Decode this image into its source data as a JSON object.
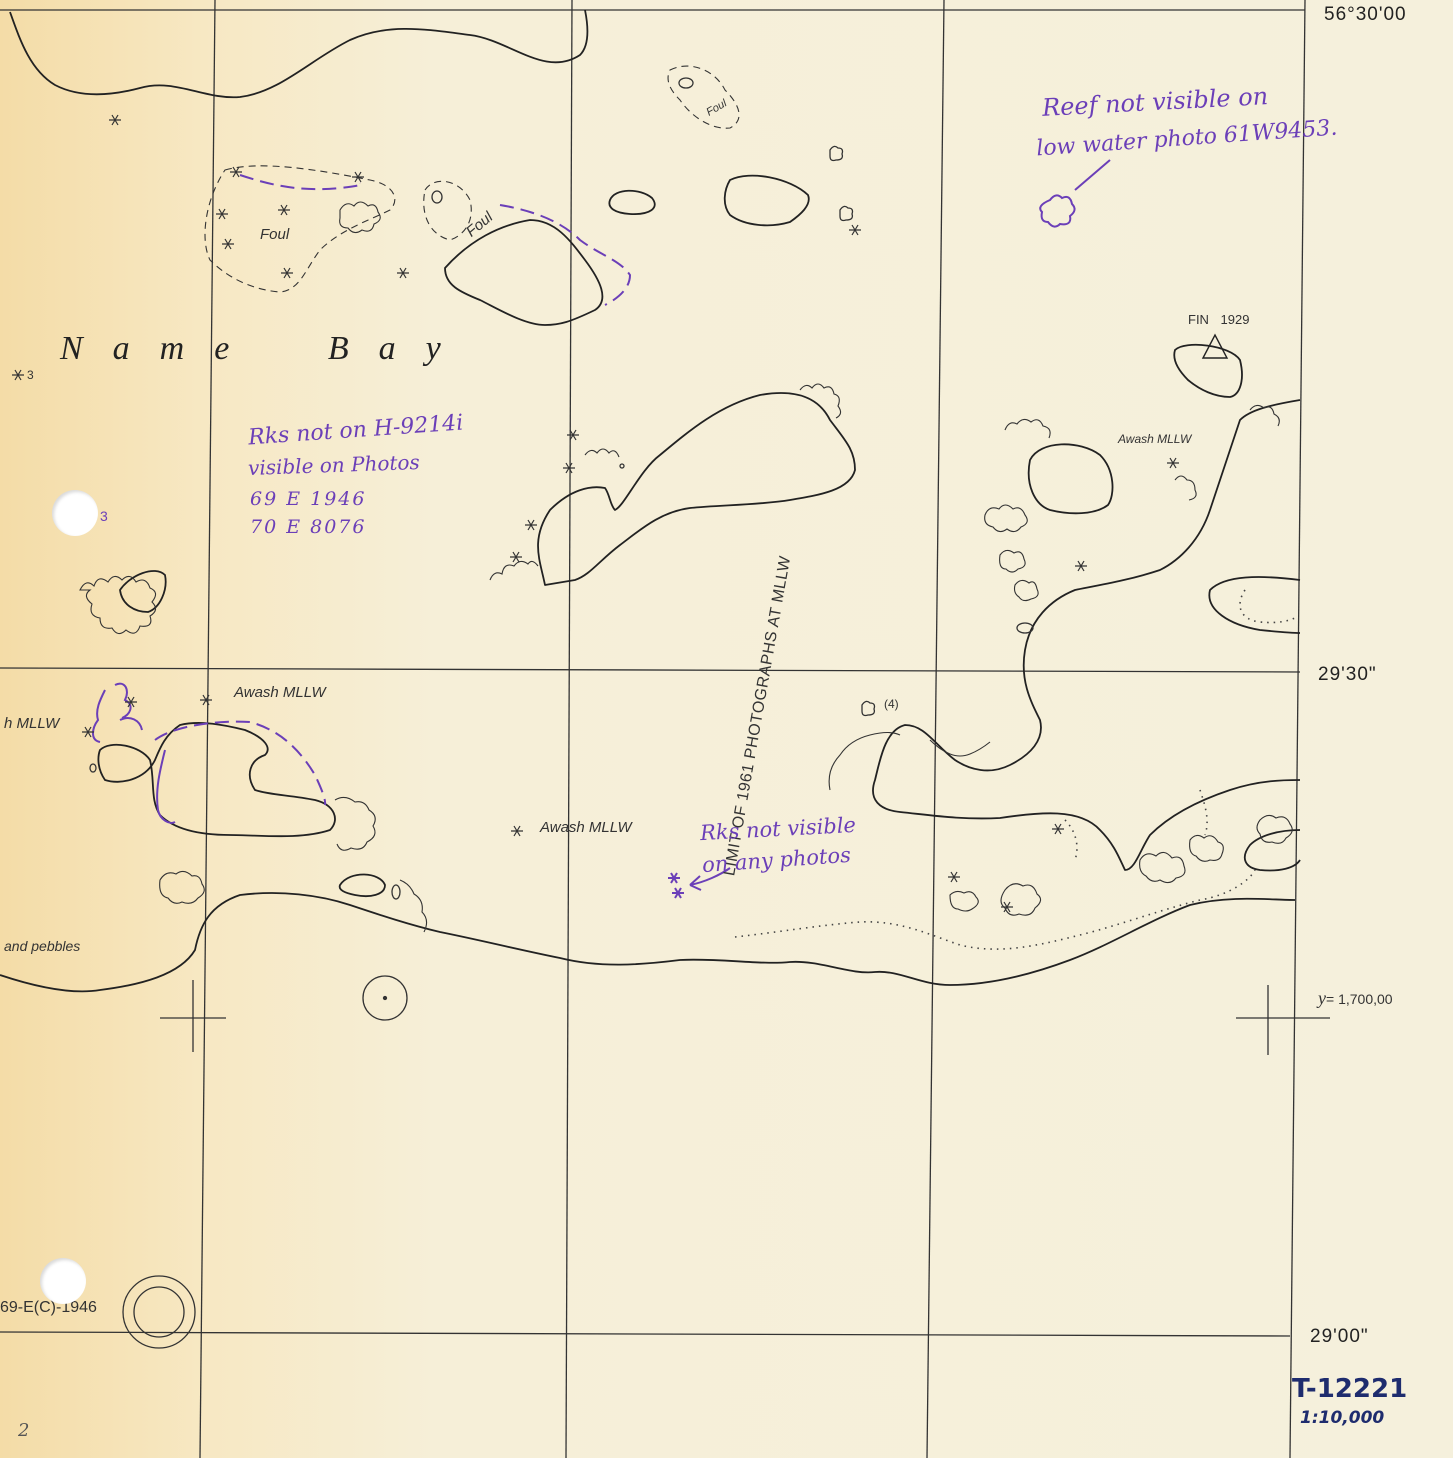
{
  "title": "Name Bay",
  "coords": {
    "top_lat": "56°30'00",
    "mid_lat": "29'30\"",
    "low_lat": "29'00\"",
    "y_label": "y",
    "y_value": "= 1,700,00"
  },
  "labels": {
    "foul_1": "Foul",
    "foul_2": "Foul",
    "foul_3": "Foul",
    "fin": "FIN 1929",
    "awash_right": "Awash MLLW",
    "awash_left": "Awash MLLW",
    "awash_left_cut": "h MLLW",
    "awash_center": "Awash MLLW",
    "limit": "LIMIT OF 1961 PHOTOGRAPHS AT MLLW",
    "sand": "and pebbles",
    "photo_ref": "69-E(C)-1946",
    "count_4": "(4)",
    "rock_3a": "3",
    "rock_3b": "3"
  },
  "notes": {
    "reef_1": "Reef not visible on",
    "reef_2": "low water photo 61W9453.",
    "rks1_1": "Rks not on H-9214i",
    "rks1_2": "visible on Photos",
    "rks1_3": "69 E 1946",
    "rks1_4": "70 E 8076",
    "rks2_1": "Rks not visible",
    "rks2_2": "on any photos"
  },
  "sheet": {
    "id": "T-12221",
    "scale": "1:10,000",
    "page": "2"
  },
  "colors": {
    "ink": "#222222",
    "annotation": "#6b3fb8",
    "stamp": "#1e2c6e"
  }
}
